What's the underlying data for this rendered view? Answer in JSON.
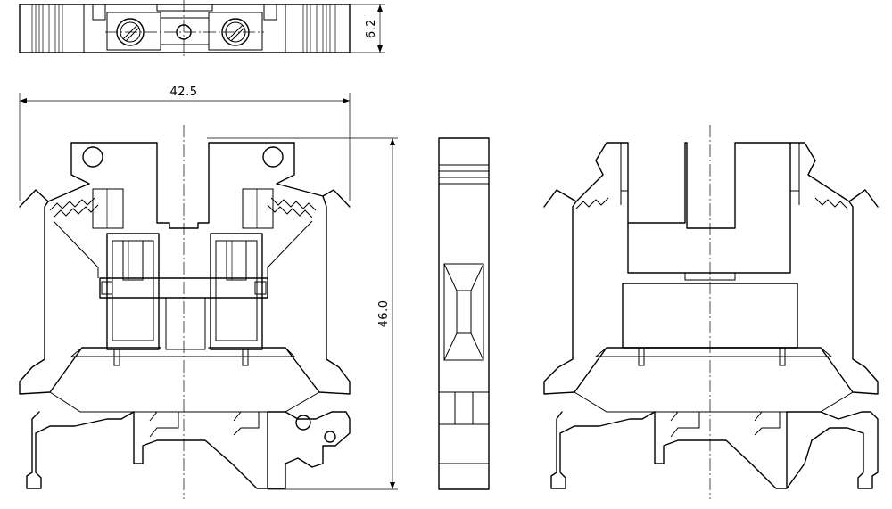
{
  "dimensions": {
    "thickness": "6.2",
    "width": "42.5",
    "height": "46.0"
  }
}
